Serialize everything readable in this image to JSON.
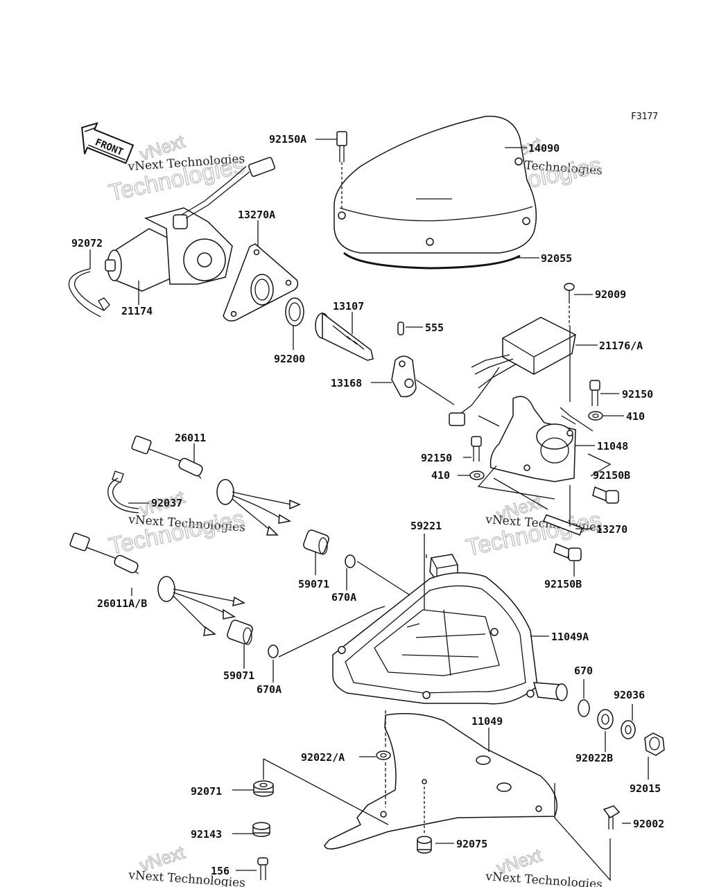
{
  "diagram_code": "F3177",
  "front_label": "FRONT",
  "watermark": {
    "line1": "vNext",
    "line2": "vNext Technologies",
    "line3": "Technologies"
  },
  "parts": {
    "p92150A": "92150A",
    "p14090": "14090",
    "p92055": "92055",
    "p92072": "92072",
    "p21174": "21174",
    "p13270A": "13270A",
    "p92200": "92200",
    "p13107": "13107",
    "p555": "555",
    "p13168": "13168",
    "p92009": "92009",
    "p21176A": "21176/A",
    "p92150_r": "92150",
    "p410_r": "410",
    "p11048": "11048",
    "p92150_l": "92150",
    "p410_l": "410",
    "p92150B_a": "92150B",
    "p13270": "13270",
    "p92150B_b": "92150B",
    "p26011": "26011",
    "p92037": "92037",
    "p59221": "59221",
    "p59071_a": "59071",
    "p670A_a": "670A",
    "p26011AB": "26011A/B",
    "p11049A": "11049A",
    "p59071_b": "59071",
    "p670A_b": "670A",
    "p670": "670",
    "p92036": "92036",
    "p11049": "11049",
    "p92022A": "92022/A",
    "p92022B": "92022B",
    "p92015": "92015",
    "p92071": "92071",
    "p92143": "92143",
    "p92002": "92002",
    "p92075": "92075",
    "p156": "156"
  }
}
